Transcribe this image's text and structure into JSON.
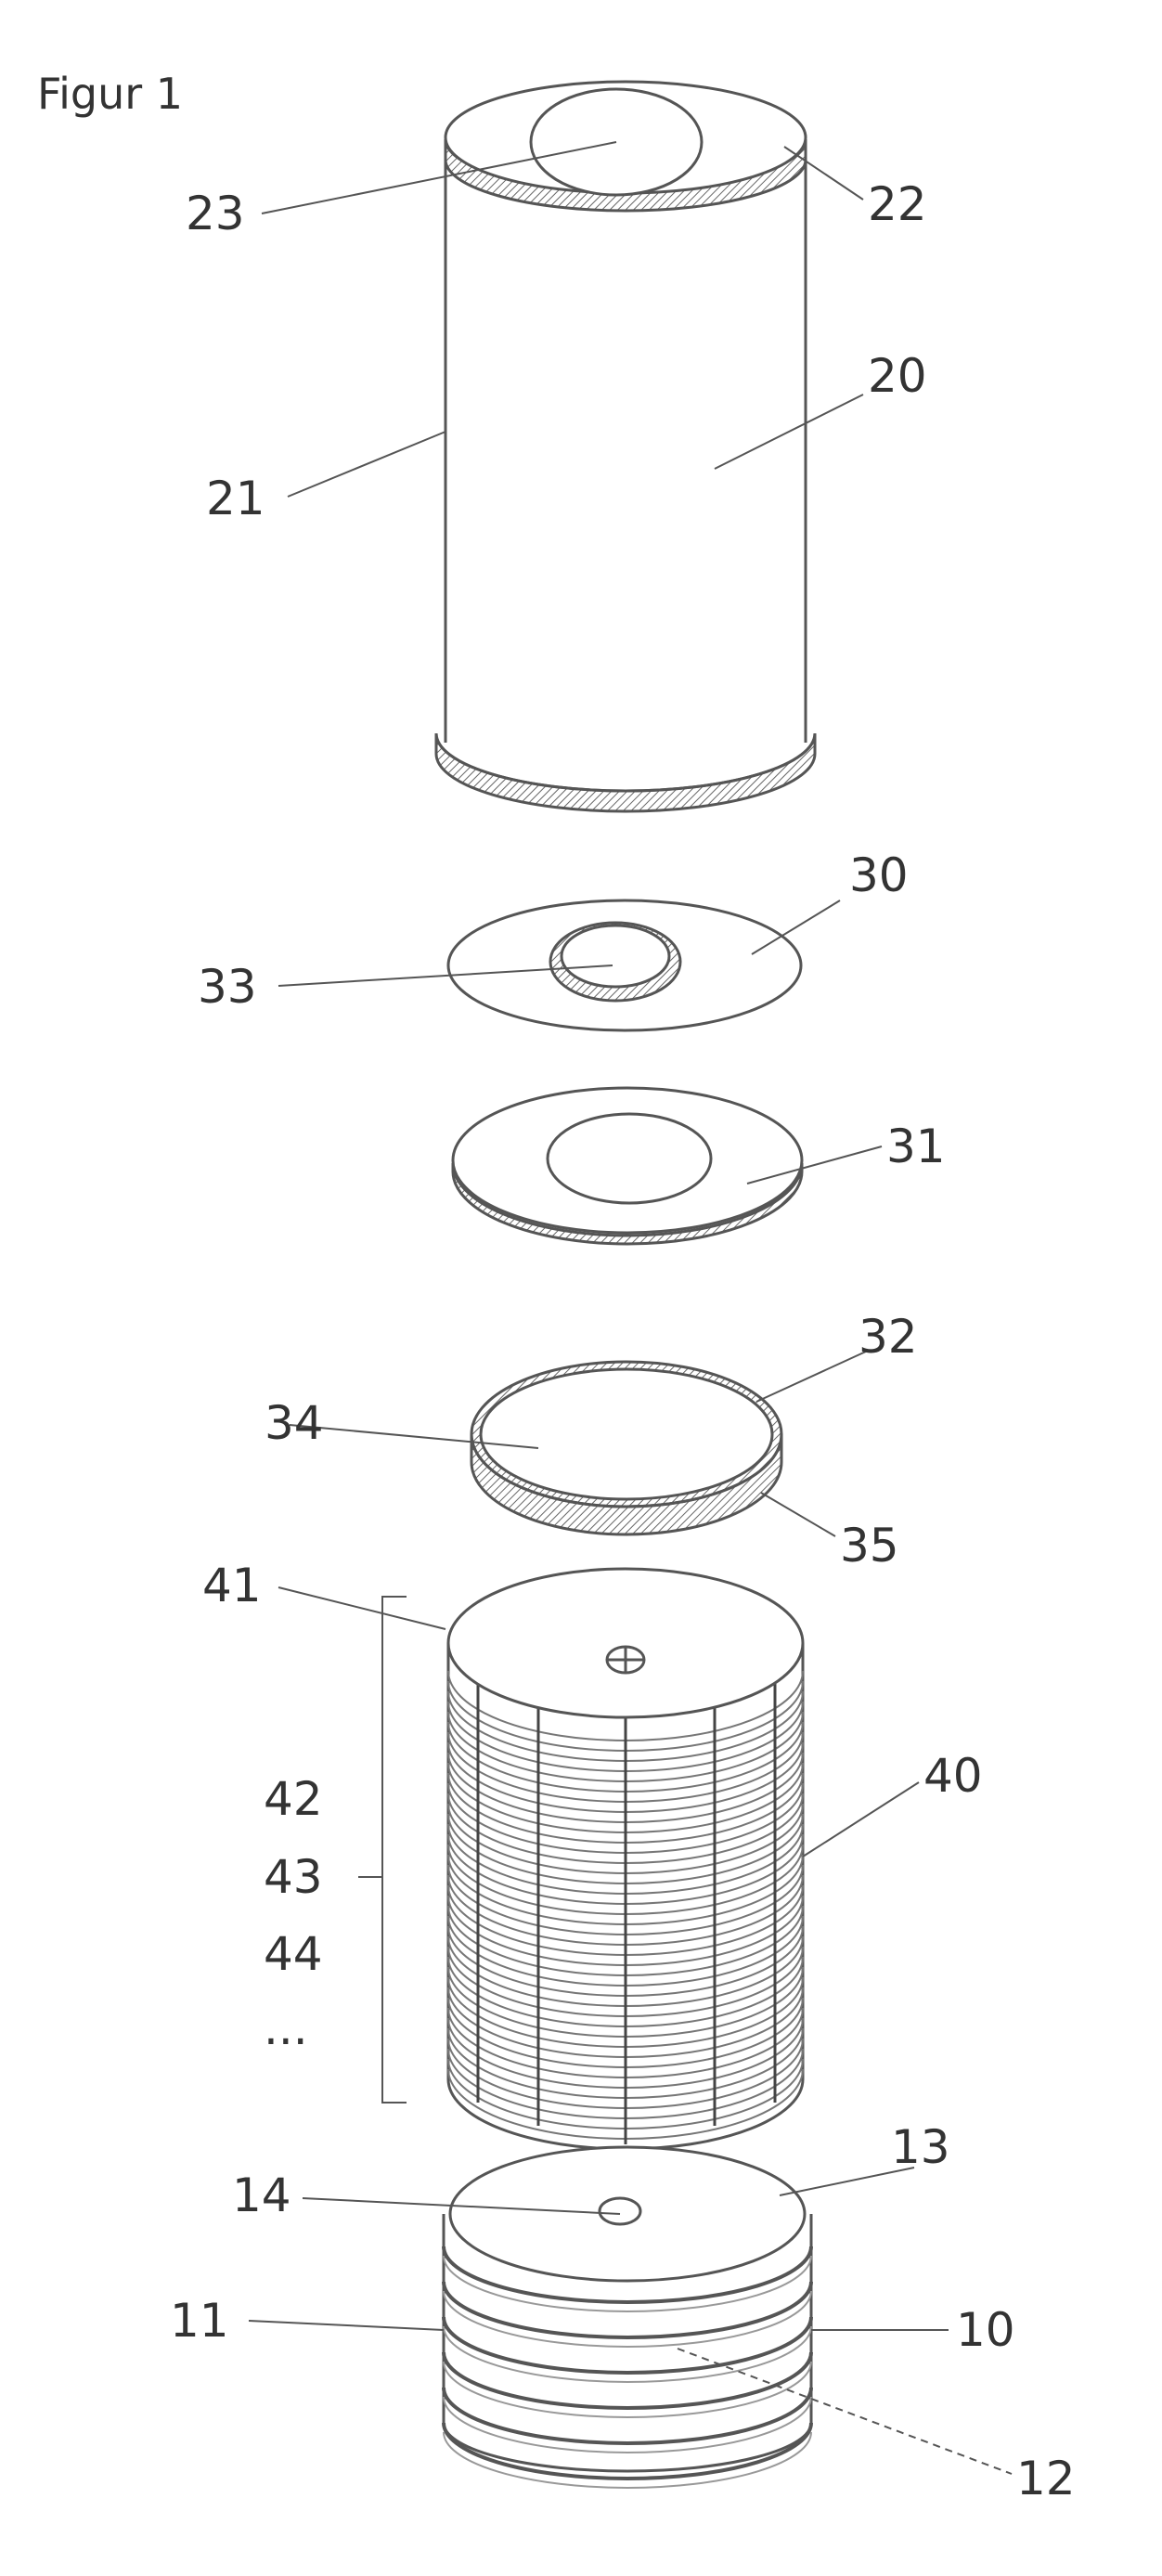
{
  "figure": {
    "title": "Figur 1"
  },
  "labels": {
    "l10": "10",
    "l11": "11",
    "l12": "12",
    "l13": "13",
    "l14": "14",
    "l20": "20",
    "l21": "21",
    "l22": "22",
    "l23": "23",
    "l30": "30",
    "l31": "31",
    "l32": "32",
    "l33": "33",
    "l34": "34",
    "l35": "35",
    "l40": "40",
    "l41": "41",
    "l42": "42",
    "l43": "43",
    "l44": "44",
    "ellipsis": "..."
  },
  "colors": {
    "line": "#555555",
    "light": "#bdbdbd",
    "text": "#333333"
  }
}
